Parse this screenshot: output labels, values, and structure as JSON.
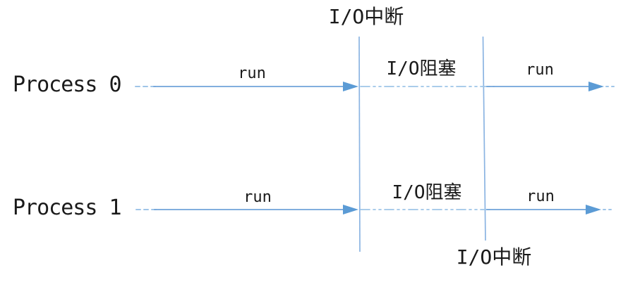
{
  "diagram": {
    "top_interrupt_label": "I/O中断",
    "bottom_interrupt_label": "I/O中断",
    "colors": {
      "solid_line": "#74A6DB",
      "arrowhead": "#5B9BD5",
      "dash_line": "#9FC5E8",
      "vertical_line": "#7FACDF",
      "text": "#1a1a1a"
    },
    "processes": [
      {
        "name": "Process 0",
        "run1": "run",
        "blocked": "I/O阻塞",
        "run2": "run"
      },
      {
        "name": "Process 1",
        "run1": "run",
        "blocked": "I/O阻塞",
        "run2": "run"
      }
    ]
  }
}
